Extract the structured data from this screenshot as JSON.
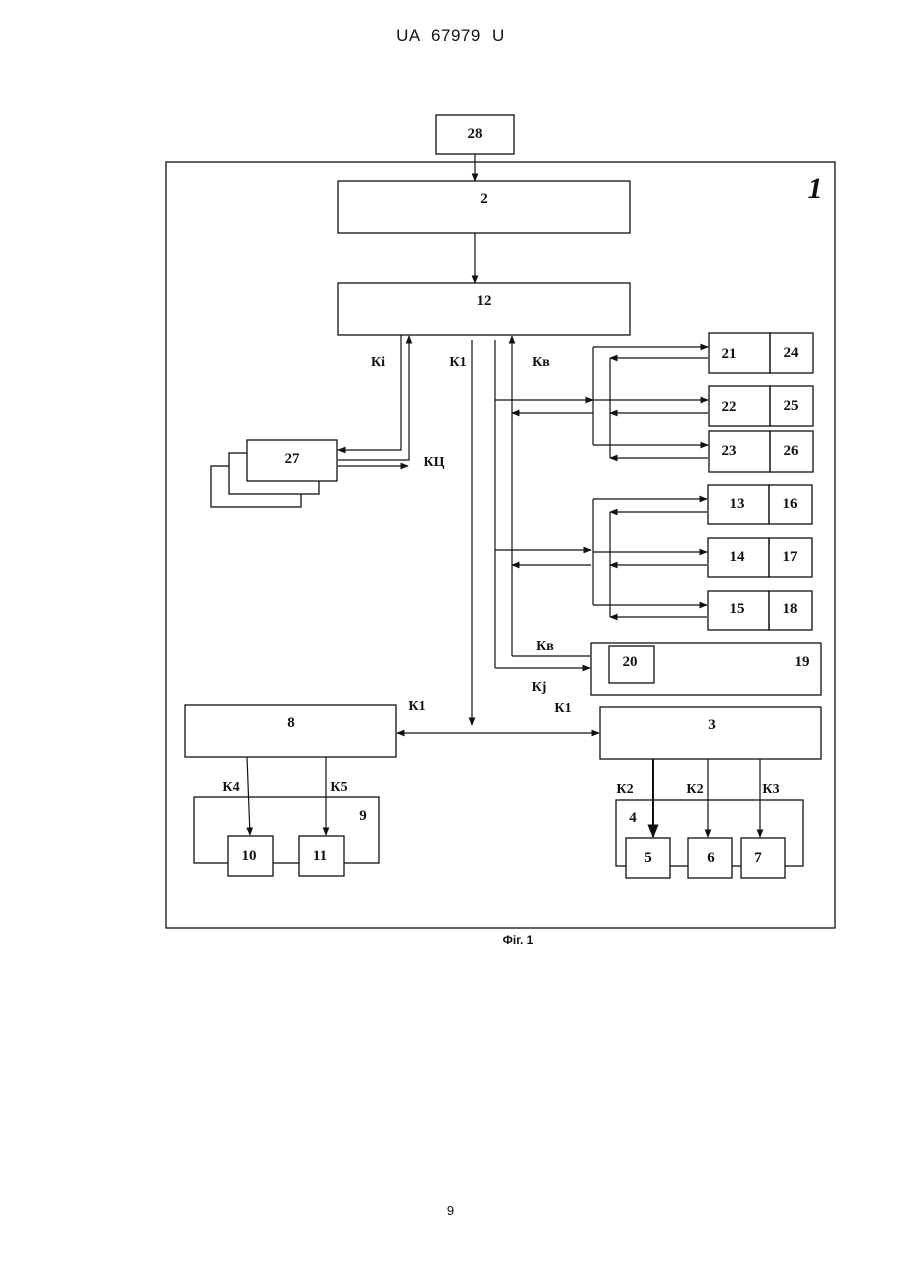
{
  "header": {
    "doc_id": "UA   67979   U"
  },
  "figure": {
    "caption": "Фіг. 1",
    "frame_label": "1",
    "blocks": {
      "b28": "28",
      "b2": "2",
      "b12": "12",
      "b27": "27",
      "b21": "21",
      "b24": "24",
      "b22": "22",
      "b25": "25",
      "b23": "23",
      "b26": "26",
      "b13": "13",
      "b16": "16",
      "b14": "14",
      "b17": "17",
      "b15": "15",
      "b18": "18",
      "b20": "20",
      "b19": "19",
      "b8": "8",
      "b3": "3",
      "b9": "9",
      "b10": "10",
      "b11": "11",
      "b4": "4",
      "b5": "5",
      "b6": "6",
      "b7": "7"
    },
    "channels": {
      "ki": "Кі",
      "k1_top": "К1",
      "kv_top": "Кв",
      "kc": "КЦ",
      "kv_bottom": "Кв",
      "kj": "Кj",
      "k1_left": "К1",
      "k1_right": "К1",
      "k4": "К4",
      "k5": "К5",
      "k2_a": "К2",
      "k2_b": "К2",
      "k3": "К3"
    }
  },
  "footer": {
    "page_number": "9"
  }
}
